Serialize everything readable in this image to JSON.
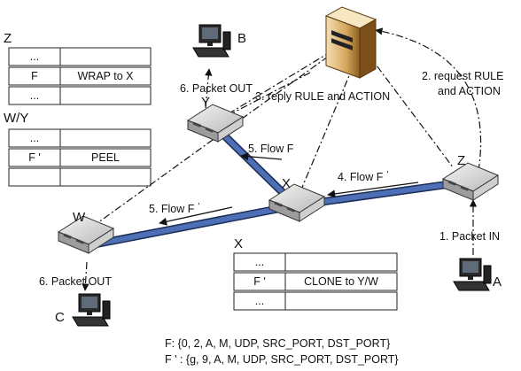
{
  "tables": {
    "z": {
      "title": "Z",
      "rows": [
        {
          "match": "...",
          "action": ""
        },
        {
          "match": "F",
          "action": "WRAP to X"
        },
        {
          "match": "...",
          "action": ""
        }
      ]
    },
    "wy": {
      "title": "W/Y",
      "rows": [
        {
          "match": "...",
          "action": ""
        },
        {
          "match": "F '",
          "action": "PEEL"
        },
        {
          "match": "",
          "action": ""
        }
      ]
    },
    "x": {
      "title": "X",
      "rows": [
        {
          "match": "...",
          "action": ""
        },
        {
          "match": "F '",
          "action": "CLONE to Y/W"
        },
        {
          "match": "...",
          "action": ""
        }
      ]
    }
  },
  "nodes": {
    "y": "Y",
    "z": "Z",
    "x": "X",
    "w": "W",
    "host_a": "A",
    "host_b": "B",
    "host_c": "C"
  },
  "steps": {
    "packet_in": "1. Packet IN",
    "request_line1": "2. request RULE",
    "request_line2": "and ACTION",
    "reply": "3. reply RULE and ACTION",
    "flow_x_z": "4. Flow F",
    "flow_x_z_sup": "'",
    "flow_y_x": "5. Flow F",
    "flow_x_w": "5. Flow F",
    "flow_x_w_sup": "'",
    "packet_out_b": "6. Packet OUT",
    "packet_out_c": "6. Packet OUT"
  },
  "legend": {
    "f": "F: {0, 2, A, M, UDP, SRC_PORT, DST_PORT}",
    "f_prime": "F ' : {g, 9, A, M, UDP, SRC_PORT, DST_PORT}"
  },
  "colors": {
    "link": "#4d6fb6",
    "link_outline": "#1b2c55",
    "control": "#111111"
  }
}
